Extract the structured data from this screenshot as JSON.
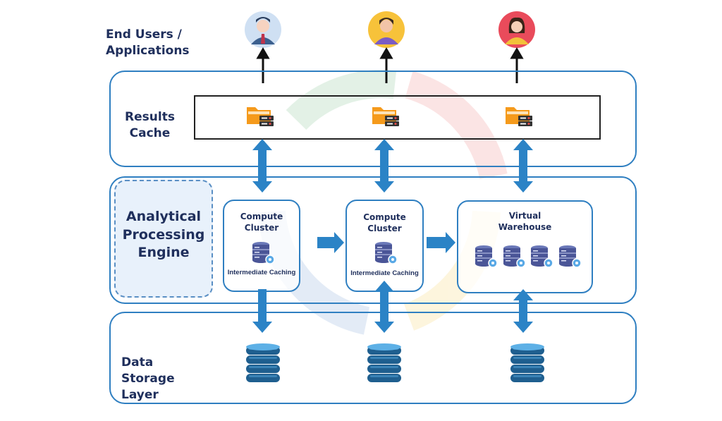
{
  "users_label": "End Users / Applications",
  "users": [
    {
      "name": "user-1",
      "color": "#cfe0f3"
    },
    {
      "name": "user-2",
      "color": "#f7c23a"
    },
    {
      "name": "user-3",
      "color": "#e94b5b"
    }
  ],
  "results_cache": {
    "label": "Results Cache"
  },
  "engine": {
    "label": "Analytical Processing Engine",
    "clusters": [
      {
        "title": "Compute Cluster",
        "caption": "Intermediate Caching"
      },
      {
        "title": "Compute Cluster",
        "caption": "Intermediate Caching"
      }
    ],
    "warehouse": {
      "title": "Virtual Warehouse"
    }
  },
  "storage": {
    "label": "Data Storage Layer"
  },
  "colors": {
    "accent": "#2f7fc1",
    "arrow": "#2b83c6",
    "text": "#1f2f5c"
  }
}
